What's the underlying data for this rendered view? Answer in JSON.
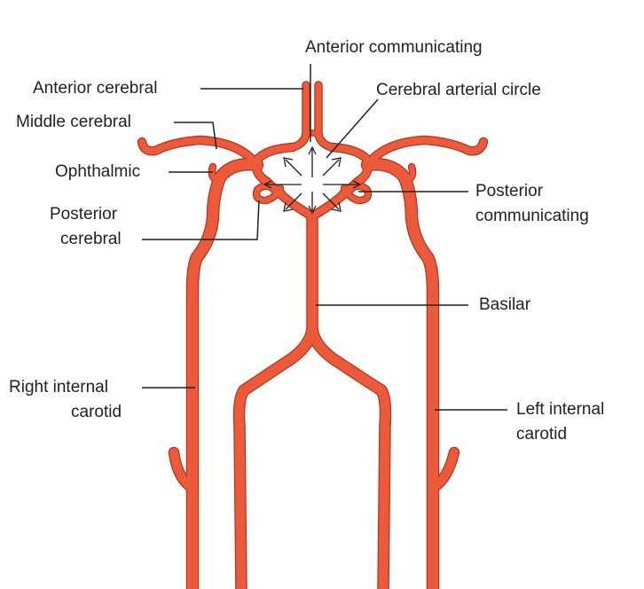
{
  "labels": {
    "anterior_communicating": "Anterior communicating",
    "anterior_cerebral": "Anterior cerebral",
    "cerebral_arterial_circle": "Cerebral arterial circle",
    "middle_cerebral": "Middle cerebral",
    "ophthalmic": "Ophthalmic",
    "posterior_communicating_1": "Posterior",
    "posterior_communicating_2": "communicating",
    "posterior_cerebral_1": "Posterior",
    "posterior_cerebral_2": "cerebral",
    "basilar": "Basilar",
    "right_internal_carotid_1": "Right internal",
    "right_internal_carotid_2": "carotid",
    "left_internal_carotid_1": "Left internal",
    "left_internal_carotid_2": "carotid"
  },
  "colors": {
    "artery": "#ec5a3c",
    "artery_outline": "#b8321c",
    "text": "#231f20"
  }
}
